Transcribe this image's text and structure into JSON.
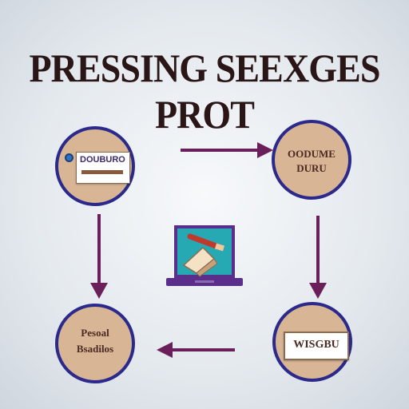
{
  "title": "PRESSING SEEXGES PROT",
  "nodes": {
    "top_left": {
      "label": "DOUBURO"
    },
    "top_right": {
      "line1": "OODUME",
      "line2": "DURU"
    },
    "bottom_left": {
      "line1": "Pesoal",
      "line2": "Bsadilos"
    },
    "bottom_right": {
      "label": "WISGBU"
    }
  },
  "colors": {
    "circle_fill": "#d8b594",
    "circle_border": "#2b2a8c",
    "arrow": "#6b1f5a",
    "laptop_frame": "#5a2e8a",
    "laptop_screen": "#27a9b4"
  },
  "icons": {
    "center": "laptop-icon",
    "pencil": "pencil-icon",
    "eraser": "eraser-icon"
  }
}
